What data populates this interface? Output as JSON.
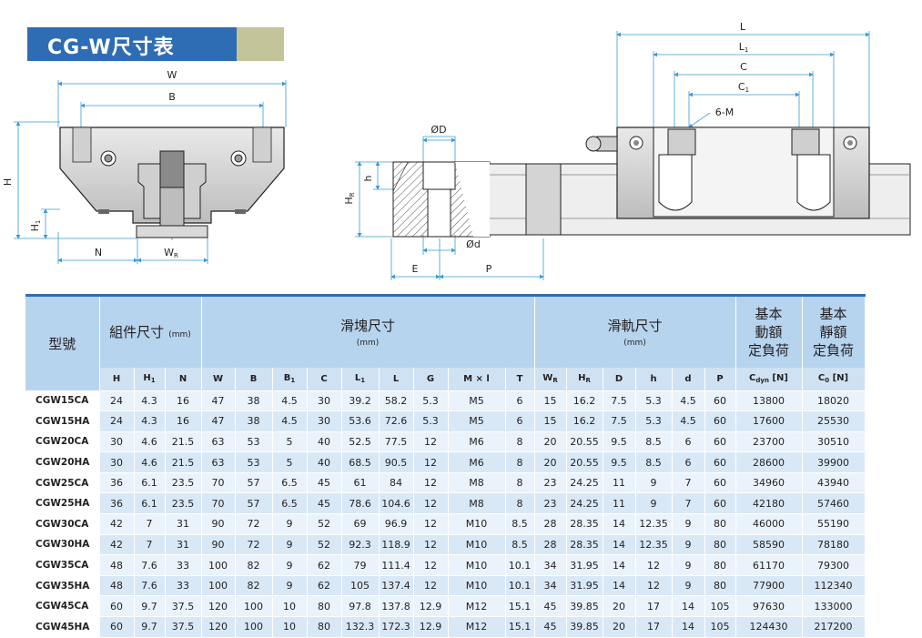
{
  "title": "CG-W尺寸表",
  "colors": {
    "title_blue": "#2e6db4",
    "title_olive": "#c4c49a",
    "header_blue": "#b7d4ee",
    "dim_line": "#3a9bd5"
  },
  "front_view": {
    "labels": {
      "w": "W",
      "b": "B",
      "h": "H",
      "h1": "H",
      "h1_sub": "1",
      "n": "N",
      "wr": "W",
      "wr_sub": "R"
    }
  },
  "side_view": {
    "labels": {
      "od": "ØD",
      "h": "h",
      "hr": "H",
      "hr_sub": "R",
      "d": "Ød",
      "e": "E",
      "p": "P"
    }
  },
  "top_view": {
    "labels": {
      "l": "L",
      "l1": "L",
      "l1_sub": "1",
      "c": "C",
      "c1": "C",
      "c1_sub": "1",
      "m": "6-M"
    }
  },
  "table": {
    "group_headers": {
      "model": "型號",
      "assembly": "組件尺寸",
      "assembly_unit": "(mm)",
      "block": "滑塊尺寸",
      "block_unit": "(mm)",
      "rail": "滑軌尺寸",
      "rail_unit": "(mm)",
      "dynamic": [
        "基本",
        "動額",
        "定負荷"
      ],
      "static": [
        "基本",
        "靜額",
        "定負荷"
      ]
    },
    "sub_headers": {
      "H": "H",
      "H1": "H",
      "H1_sub": "1",
      "N": "N",
      "W": "W",
      "B": "B",
      "B1": "B",
      "B1_sub": "1",
      "C": "C",
      "L1": "L",
      "L1_sub": "1",
      "L": "L",
      "G": "G",
      "Ml": "M × l",
      "T": "T",
      "WR": "W",
      "WR_sub": "R",
      "HR": "H",
      "HR_sub": "R",
      "D": "D",
      "h": "h",
      "d": "d",
      "P": "P",
      "Cdyn": "C",
      "Cdyn_sub": "dyn",
      "Cdyn_unit": " [N]",
      "C0": "C",
      "C0_sub": "0",
      "C0_unit": " [N]"
    },
    "rows": [
      [
        "CGW15CA",
        "24",
        "4.3",
        "16",
        "47",
        "38",
        "4.5",
        "30",
        "39.2",
        "58.2",
        "5.3",
        "M5",
        "6",
        "15",
        "16.2",
        "7.5",
        "5.3",
        "4.5",
        "60",
        "13800",
        "18020"
      ],
      [
        "CGW15HA",
        "24",
        "4.3",
        "16",
        "47",
        "38",
        "4.5",
        "30",
        "53.6",
        "72.6",
        "5.3",
        "M5",
        "6",
        "15",
        "16.2",
        "7.5",
        "5.3",
        "4.5",
        "60",
        "17600",
        "25530"
      ],
      [
        "CGW20CA",
        "30",
        "4.6",
        "21.5",
        "63",
        "53",
        "5",
        "40",
        "52.5",
        "77.5",
        "12",
        "M6",
        "8",
        "20",
        "20.55",
        "9.5",
        "8.5",
        "6",
        "60",
        "23700",
        "30510"
      ],
      [
        "CGW20HA",
        "30",
        "4.6",
        "21.5",
        "63",
        "53",
        "5",
        "40",
        "68.5",
        "90.5",
        "12",
        "M6",
        "8",
        "20",
        "20.55",
        "9.5",
        "8.5",
        "6",
        "60",
        "28600",
        "39900"
      ],
      [
        "CGW25CA",
        "36",
        "6.1",
        "23.5",
        "70",
        "57",
        "6.5",
        "45",
        "61",
        "84",
        "12",
        "M8",
        "8",
        "23",
        "24.25",
        "11",
        "9",
        "7",
        "60",
        "34960",
        "43940"
      ],
      [
        "CGW25HA",
        "36",
        "6.1",
        "23.5",
        "70",
        "57",
        "6.5",
        "45",
        "78.6",
        "104.6",
        "12",
        "M8",
        "8",
        "23",
        "24.25",
        "11",
        "9",
        "7",
        "60",
        "42180",
        "57460"
      ],
      [
        "CGW30CA",
        "42",
        "7",
        "31",
        "90",
        "72",
        "9",
        "52",
        "69",
        "96.9",
        "12",
        "M10",
        "8.5",
        "28",
        "28.35",
        "14",
        "12.35",
        "9",
        "80",
        "46000",
        "55190"
      ],
      [
        "CGW30HA",
        "42",
        "7",
        "31",
        "90",
        "72",
        "9",
        "52",
        "92.3",
        "118.9",
        "12",
        "M10",
        "8.5",
        "28",
        "28.35",
        "14",
        "12.35",
        "9",
        "80",
        "58590",
        "78180"
      ],
      [
        "CGW35CA",
        "48",
        "7.6",
        "33",
        "100",
        "82",
        "9",
        "62",
        "79",
        "111.4",
        "12",
        "M10",
        "10.1",
        "34",
        "31.95",
        "14",
        "12",
        "9",
        "80",
        "61170",
        "79300"
      ],
      [
        "CGW35HA",
        "48",
        "7.6",
        "33",
        "100",
        "82",
        "9",
        "62",
        "105",
        "137.4",
        "12",
        "M10",
        "10.1",
        "34",
        "31.95",
        "14",
        "12",
        "9",
        "80",
        "77900",
        "112340"
      ],
      [
        "CGW45CA",
        "60",
        "9.7",
        "37.5",
        "120",
        "100",
        "10",
        "80",
        "97.8",
        "137.8",
        "12.9",
        "M12",
        "15.1",
        "45",
        "39.85",
        "20",
        "17",
        "14",
        "105",
        "97630",
        "133000"
      ],
      [
        "CGW45HA",
        "60",
        "9.7",
        "37.5",
        "120",
        "100",
        "10",
        "80",
        "132.3",
        "172.3",
        "12.9",
        "M12",
        "15.1",
        "45",
        "39.85",
        "20",
        "17",
        "14",
        "105",
        "124430",
        "217200"
      ]
    ]
  }
}
